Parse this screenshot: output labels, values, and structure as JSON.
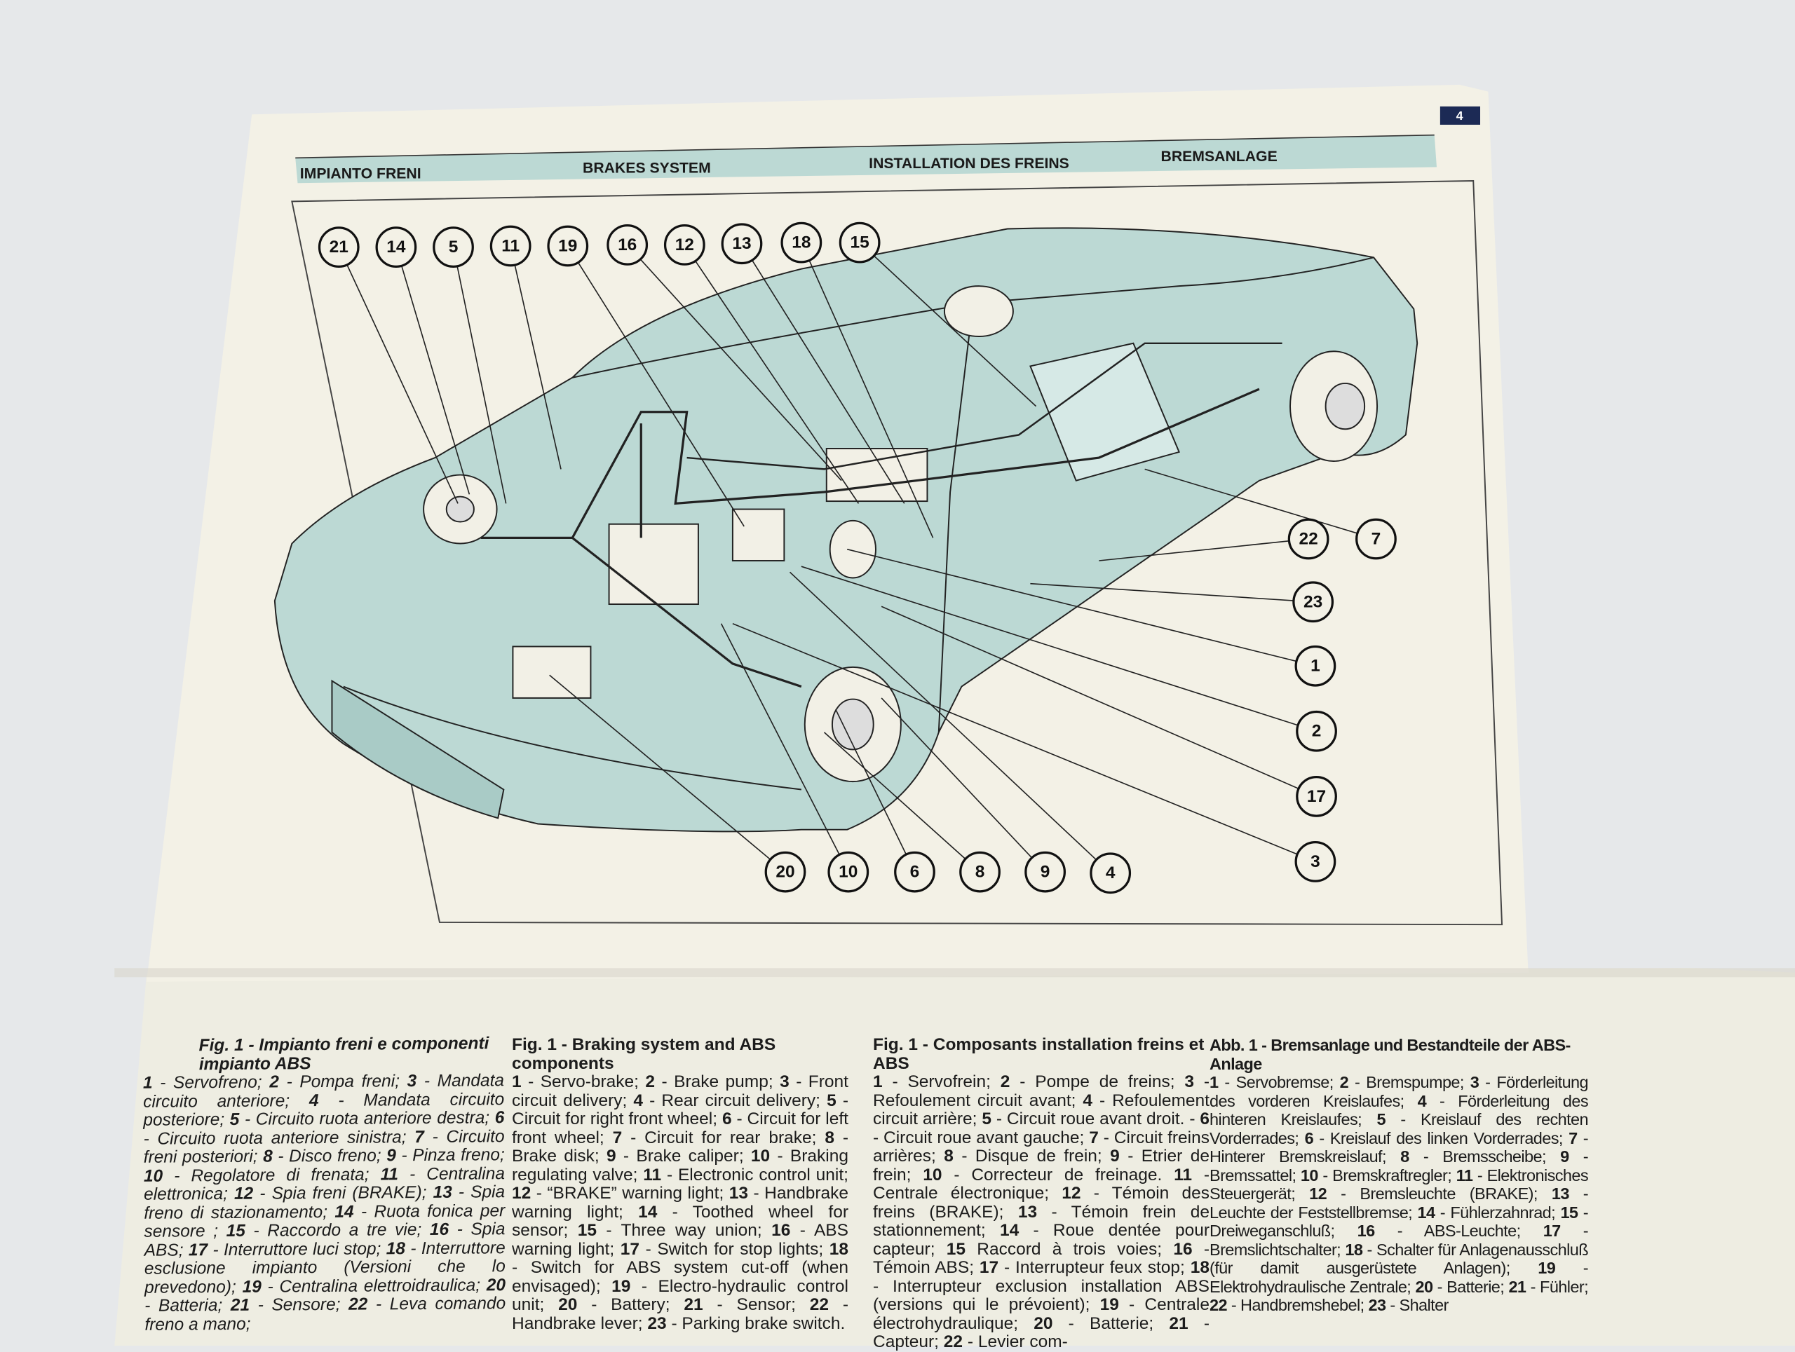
{
  "page_number": "4",
  "header": {
    "it": "IMPIANTO FRENI",
    "en": "BRAKES SYSTEM",
    "fr": "INSTALLATION DES FREINS",
    "de": "BREMSANLAGE"
  },
  "diagram": {
    "callouts_top": [
      "21",
      "14",
      "5",
      "11",
      "19",
      "16",
      "12",
      "13",
      "18",
      "15"
    ],
    "callouts_right": [
      "7",
      "22",
      "23",
      "1",
      "2",
      "17",
      "3"
    ],
    "callouts_bottom": [
      "20",
      "10",
      "6",
      "8",
      "9",
      "4"
    ]
  },
  "colors": {
    "page": "#f3f1e6",
    "tint": "#bcd9d4",
    "header_bar": "#bcd9d4",
    "page_badge": "#1c2a55"
  },
  "captions": [
    {
      "title": "Fig. 1 - Impianto freni e componenti impianto  ABS",
      "items": [
        {
          "n": "1",
          "t": " - Servofreno; "
        },
        {
          "n": "2",
          "t": " - Pompa freni; "
        },
        {
          "n": "3",
          "t": " - Mandata circuito anteriore; "
        },
        {
          "n": "4",
          "t": " - Mandata circuito posteriore; "
        },
        {
          "n": "5",
          "t": " - Circuito ruota anteriore destra; "
        },
        {
          "n": "6",
          "t": " - Circuito ruota anteriore sinistra; "
        },
        {
          "n": "7",
          "t": " - Circuito freni posteriori; "
        },
        {
          "n": "8",
          "t": " - Disco freno; "
        },
        {
          "n": "9",
          "t": " - Pinza freno; "
        },
        {
          "n": "10",
          "t": " - Regolatore di frenata; "
        },
        {
          "n": "11",
          "t": " - Centralina elettronica; "
        },
        {
          "n": "12",
          "t": " - Spia freni (BRAKE); "
        },
        {
          "n": "13",
          "t": " - Spia freno di stazionamento; "
        },
        {
          "n": "14",
          "t": " - Ruota fonica per sensore ; "
        },
        {
          "n": "15",
          "t": " - Raccordo a tre vie; "
        },
        {
          "n": "16",
          "t": " - Spia ABS; "
        },
        {
          "n": "17",
          "t": " - Interruttore luci stop; "
        },
        {
          "n": "18",
          "t": " - Interruttore esclusione impianto (Versioni che lo prevedono); "
        },
        {
          "n": "19",
          "t": " - Centralina elettroidraulica; "
        },
        {
          "n": "20",
          "t": " - Batteria; "
        },
        {
          "n": "21",
          "t": " - Sensore; "
        },
        {
          "n": "22",
          "t": " - Leva comando freno a mano;"
        }
      ]
    },
    {
      "title": "Fig. 1 - Braking system and ABS components",
      "items": [
        {
          "n": "1",
          "t": " - Servo-brake; "
        },
        {
          "n": "2",
          "t": " - Brake pump; "
        },
        {
          "n": "3",
          "t": " - Front circuit delivery; "
        },
        {
          "n": "4",
          "t": " - Rear circuit delivery; "
        },
        {
          "n": "5",
          "t": " - Circuit for right front wheel; "
        },
        {
          "n": "6",
          "t": " - Circuit for left front wheel; "
        },
        {
          "n": "7",
          "t": " - Circuit for rear brake; "
        },
        {
          "n": "8",
          "t": " - Brake disk; "
        },
        {
          "n": "9",
          "t": " - Brake caliper; "
        },
        {
          "n": "10",
          "t": " - Braking regulating valve; "
        },
        {
          "n": "11",
          "t": " - Electronic control unit; "
        },
        {
          "n": "12",
          "t": " - “BRAKE” warning light; "
        },
        {
          "n": "13",
          "t": " - Handbrake warning light; "
        },
        {
          "n": "14",
          "t": " - Toothed wheel for sensor; "
        },
        {
          "n": "15",
          "t": " - Three way union; "
        },
        {
          "n": "16",
          "t": " - ABS warning light; "
        },
        {
          "n": "17",
          "t": " - Switch for stop lights; "
        },
        {
          "n": "18",
          "t": " - Switch for ABS system cut-off (when envisaged); "
        },
        {
          "n": "19",
          "t": " - Electro-hydraulic control unit; "
        },
        {
          "n": "20",
          "t": " - Battery; "
        },
        {
          "n": "21",
          "t": " - Sensor; "
        },
        {
          "n": "22",
          "t": " - Handbrake lever; "
        },
        {
          "n": "23",
          "t": " - Parking brake switch."
        }
      ]
    },
    {
      "title": "Fig. 1 - Composants installation freins et ABS",
      "items": [
        {
          "n": "1",
          "t": " - Servofrein; "
        },
        {
          "n": "2",
          "t": " - Pompe de freins; "
        },
        {
          "n": "3",
          "t": " - Refoulement circuit avant; "
        },
        {
          "n": "4",
          "t": " - Refoulement circuit arrière; "
        },
        {
          "n": "5",
          "t": " - Circuit roue avant droit. - "
        },
        {
          "n": "6",
          "t": " - Circuit roue avant gauche; "
        },
        {
          "n": "7",
          "t": " - Circuit freins arrières; "
        },
        {
          "n": "8",
          "t": " - Disque de frein; "
        },
        {
          "n": "9",
          "t": " - Etrier de frein; "
        },
        {
          "n": "10",
          "t": " - Correcteur de freinage. "
        },
        {
          "n": "11",
          "t": " - Centrale électronique; "
        },
        {
          "n": "12",
          "t": " - Témoin des freins (BRAKE); "
        },
        {
          "n": "13",
          "t": " - Témoin frein de stationnement; "
        },
        {
          "n": "14",
          "t": " - Roue dentée pour capteur; "
        },
        {
          "n": "15",
          "t": " Raccord à trois voies; "
        },
        {
          "n": "16",
          "t": " - Témoin ABS; "
        },
        {
          "n": "17",
          "t": " - Interrupteur feux stop; "
        },
        {
          "n": "18",
          "t": " - Interrupteur exclusion installation ABS (versions qui le prévoient); "
        },
        {
          "n": "19",
          "t": " - Centrale électrohydraulique; "
        },
        {
          "n": "20",
          "t": " - Batterie; "
        },
        {
          "n": "21",
          "t": " - Capteur; "
        },
        {
          "n": "22",
          "t": " - Levier com-"
        }
      ]
    },
    {
      "title": "Abb. 1 - Bremsanlage und Bestandteile der ABS-Anlage",
      "items": [
        {
          "n": "1",
          "t": " - Servobremse; "
        },
        {
          "n": "2",
          "t": " - Bremspumpe; "
        },
        {
          "n": "3",
          "t": " - Förderleitung des vorderen Kreislaufes; "
        },
        {
          "n": "4",
          "t": " - Förderleitung des hinteren Kreislaufes; "
        },
        {
          "n": "5",
          "t": " - Kreislauf des rechten Vorderrades; "
        },
        {
          "n": "6",
          "t": " - Kreislauf des linken Vorderrades; "
        },
        {
          "n": "7",
          "t": " - Hinterer Bremskreislauf; "
        },
        {
          "n": "8",
          "t": " - Bremsscheibe; "
        },
        {
          "n": "9",
          "t": " - Bremssattel; "
        },
        {
          "n": "10",
          "t": " - Bremskraftregler; "
        },
        {
          "n": "11",
          "t": " - Elektronisches Steuergerät; "
        },
        {
          "n": "12",
          "t": " - Bremsleuchte (BRAKE); "
        },
        {
          "n": "13",
          "t": " - Leuchte der Feststellbremse; "
        },
        {
          "n": "14",
          "t": " - Fühlerzahnrad; "
        },
        {
          "n": "15",
          "t": " - Dreiweganschluß; "
        },
        {
          "n": "16",
          "t": " - ABS-Leuchte; "
        },
        {
          "n": "17",
          "t": " - Bremslichtschalter; "
        },
        {
          "n": "18",
          "t": " - Schalter für Anlagenausschluß (für damit ausgerüstete Anlagen); "
        },
        {
          "n": "19",
          "t": " - Elektrohydraulische Zentrale; "
        },
        {
          "n": "20",
          "t": " - Batterie; "
        },
        {
          "n": "21",
          "t": " - Fühler; "
        },
        {
          "n": "22",
          "t": " - Handbremshebel; "
        },
        {
          "n": "23",
          "t": " - Shalter"
        }
      ]
    }
  ]
}
